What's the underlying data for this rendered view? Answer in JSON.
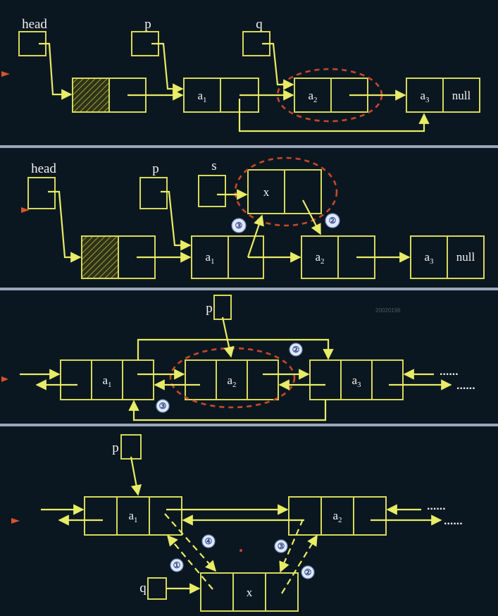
{
  "panels": [
    {
      "pointers": {
        "head": "head",
        "p": "p",
        "q": "q"
      },
      "nodes": [
        {
          "d": "a",
          "s": "1"
        },
        {
          "d": "a",
          "s": "2"
        },
        {
          "d": "a",
          "s": "3",
          "next": "null"
        }
      ]
    },
    {
      "pointers": {
        "head": "head",
        "p": "p",
        "s": "s"
      },
      "new_node": "x",
      "steps": [
        "③",
        "②"
      ],
      "nodes": [
        {
          "d": "a",
          "s": "1"
        },
        {
          "d": "a",
          "s": "2"
        },
        {
          "d": "a",
          "s": "3",
          "next": "null"
        }
      ]
    },
    {
      "pointers": {
        "p": "p"
      },
      "watermark": "20020196",
      "steps": [
        "②",
        "③"
      ],
      "nodes": [
        {
          "d": "a",
          "s": "1"
        },
        {
          "d": "a",
          "s": "2"
        },
        {
          "d": "a",
          "s": "3"
        }
      ],
      "ellipsis": "......"
    },
    {
      "pointers": {
        "p": "p",
        "q": "q"
      },
      "new_node": "x",
      "steps": [
        "④",
        "①",
        "③",
        "②"
      ],
      "nodes": [
        {
          "d": "a",
          "s": "1"
        },
        {
          "d": "a",
          "s": "2"
        }
      ],
      "ellipsis": "......"
    }
  ],
  "colors": {
    "node": "#d6d95a",
    "arrow": "#e8ec66",
    "highlight": "#c8482a",
    "background": "#0b1720"
  }
}
